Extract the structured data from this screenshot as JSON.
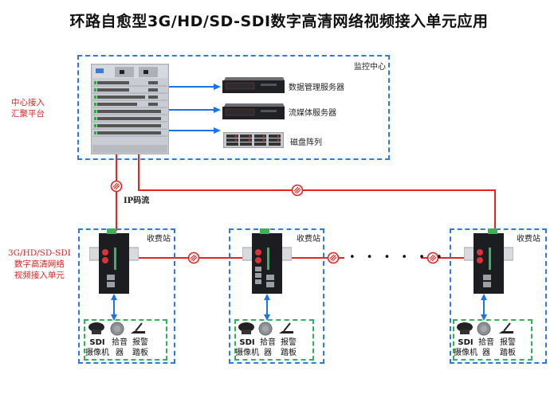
{
  "title": "环路自愈型3G/HD/SD-SDI数字高清网络视频接入单元应用",
  "monitor_center": {
    "label": "监控中心",
    "servers": [
      {
        "label": "数据管理服务器",
        "icon": "rack-server-icon"
      },
      {
        "label": "流媒体服务器",
        "icon": "rack-server-icon"
      },
      {
        "label": "磁盘阵列",
        "icon": "disk-array-icon"
      }
    ],
    "core_switch_icon": "chassis-switch-icon"
  },
  "side_labels": {
    "center_access": [
      "中心接入",
      "汇聚平台"
    ],
    "unit": [
      "3G/HD/SD-SDI",
      "数字高清网络",
      "视频接入单元"
    ]
  },
  "ip_stream_label": "IP码流",
  "colors": {
    "fiber_line": "#e8231f",
    "region_border": "#2a7be4",
    "device_group_border": "#2fb35a",
    "arrow": "#1a73e8"
  },
  "stations": [
    {
      "label": "收费站",
      "devices": [
        {
          "line1": "SDI",
          "line2": "摄像机"
        },
        {
          "line1": "拾音",
          "line2": "器"
        },
        {
          "line1": "报警",
          "line2": "踏板"
        }
      ],
      "fiber_ports": 2
    },
    {
      "label": "收费站",
      "devices": [
        {
          "line1": "SDI",
          "line2": "摄像机"
        },
        {
          "line1": "拾音",
          "line2": "器"
        },
        {
          "line1": "报警",
          "line2": "踏板"
        }
      ],
      "fiber_ports": 2
    },
    {
      "label": "收费站",
      "devices": [
        {
          "line1": "SDI",
          "line2": "摄像机"
        },
        {
          "line1": "拾音",
          "line2": "器"
        },
        {
          "line1": "报警",
          "line2": "踏板"
        }
      ],
      "fiber_ports": 2
    }
  ],
  "ellipsis": "• • • • • •"
}
